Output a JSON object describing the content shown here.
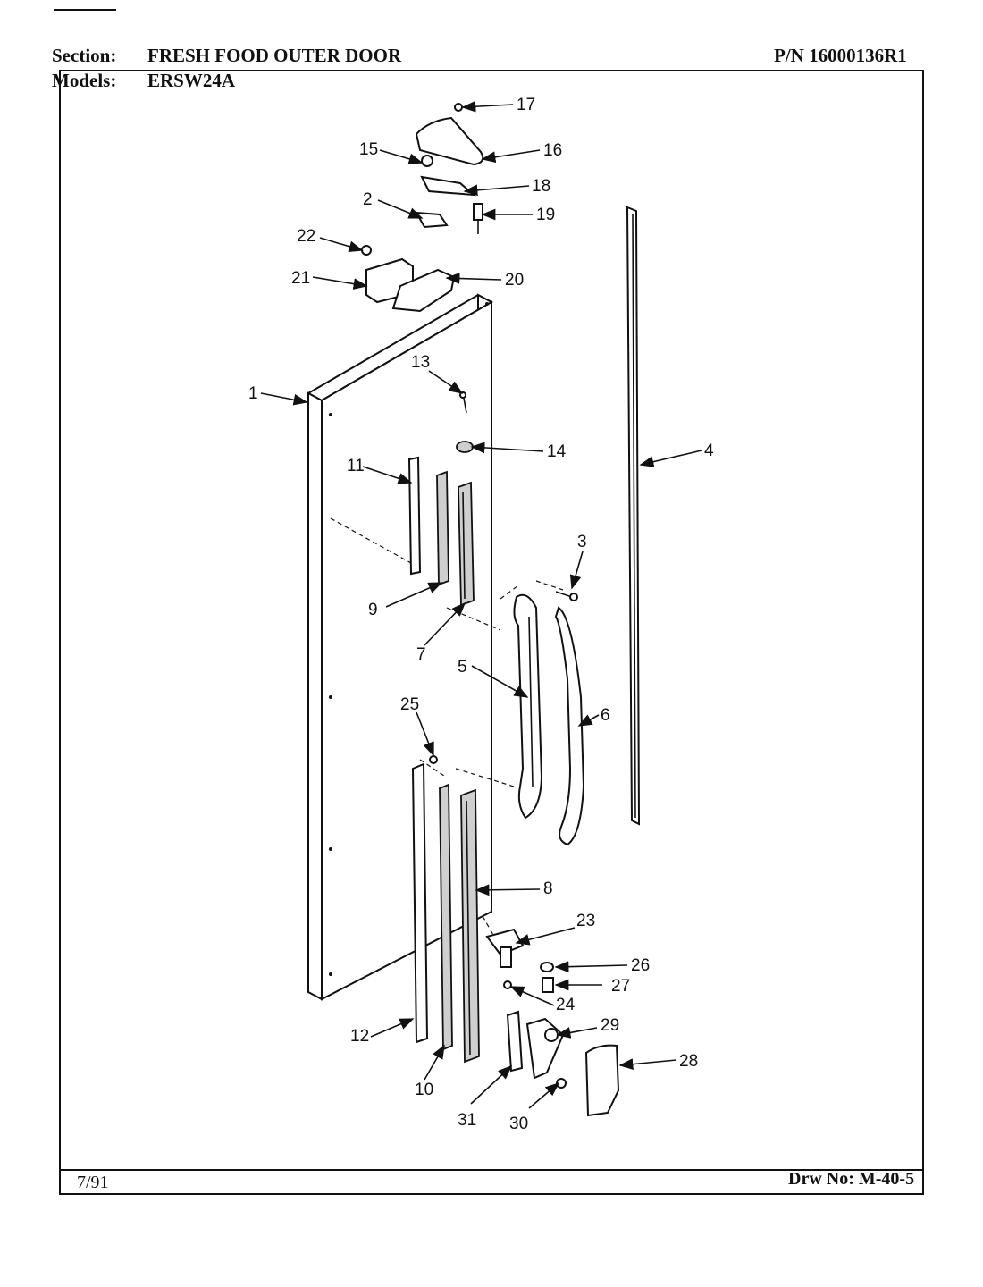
{
  "header": {
    "section_label": "Section:",
    "section_value": "FRESH FOOD OUTER DOOR",
    "pn": "P/N 16000136R1",
    "models_label": "Models:",
    "models_value": "ERSW24A"
  },
  "footer": {
    "date": "7/91",
    "drawing_no": "Drw No: M-40-5"
  },
  "callouts": [
    "1",
    "2",
    "3",
    "4",
    "5",
    "6",
    "7",
    "8",
    "9",
    "10",
    "11",
    "12",
    "13",
    "14",
    "15",
    "16",
    "17",
    "18",
    "19",
    "20",
    "21",
    "22",
    "23",
    "24",
    "25",
    "26",
    "27",
    "28",
    "29",
    "30",
    "31"
  ]
}
